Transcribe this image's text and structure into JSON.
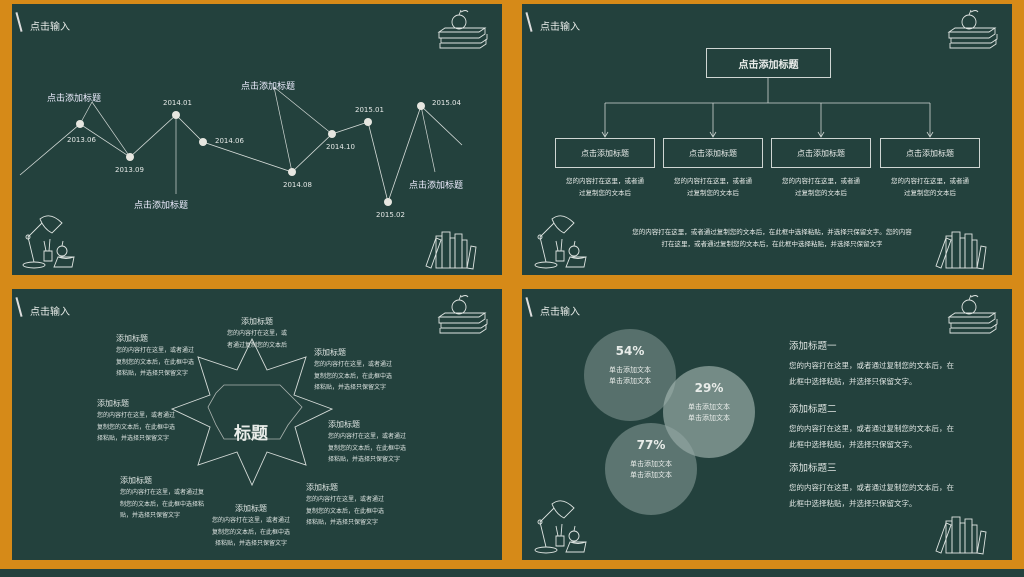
{
  "header": "点击输入",
  "slide1": {
    "points": [
      {
        "label": "2013.06"
      },
      {
        "label": "2013.09"
      },
      {
        "label": "2014.01"
      },
      {
        "label": "2014.06"
      },
      {
        "label": "2014.08"
      },
      {
        "label": "2014.10"
      },
      {
        "label": "2015.01"
      },
      {
        "label": "2015.02"
      },
      {
        "label": "2015.04"
      }
    ],
    "titles": [
      "点击添加标题",
      "点击添加标题",
      "点击添加标题",
      "点击添加标题"
    ]
  },
  "slide2": {
    "title": "点击添加标题",
    "boxes": [
      {
        "label": "点击添加标题",
        "text1": "您的内容打在这里，或者通",
        "text2": "过复制您的文本后"
      },
      {
        "label": "点击添加标题",
        "text1": "您的内容打在这里，或者通",
        "text2": "过复制您的文本后"
      },
      {
        "label": "点击添加标题",
        "text1": "您的内容打在这里，或者通",
        "text2": "过复制您的文本后"
      },
      {
        "label": "点击添加标题",
        "text1": "您的内容打在这里，或者通",
        "text2": "过复制您的文本后"
      }
    ],
    "footer1": "您的内容打在这里，或者通过复制您的文本后，在此框中选择粘贴，并选择只保留文字。您的内容",
    "footer2": "打在这里，或者通过复制您的文本后，在此框中选择粘贴，并选择只保留文字"
  },
  "slide3": {
    "center": "标题",
    "items": [
      {
        "title": "添加标题",
        "lines": [
          "您的内容打在这里，或",
          "者通过复制您的文本后"
        ]
      },
      {
        "title": "添加标题",
        "lines": [
          "您的内容打在这里，或者通过",
          "复制您的文本后，在此框中选",
          "择粘贴，并选择只保留文字"
        ]
      },
      {
        "title": "添加标题",
        "lines": [
          "您的内容打在这里，或者通过",
          "复制您的文本后，在此框中选",
          "择粘贴，并选择只保留文字"
        ]
      },
      {
        "title": "添加标题",
        "lines": [
          "您的内容打在这里，或者通过",
          "复制您的文本后，在此框中选",
          "择粘贴，并选择只保留文字"
        ]
      },
      {
        "title": "添加标题",
        "lines": [
          "您的内容打在这里，或者通过",
          "复制您的文本后，在此框中选",
          "择粘贴，并选择只保留文字"
        ]
      },
      {
        "title": "添加标题",
        "lines": [
          "您的内容打在这里，或者通过",
          "复制您的文本后，在此框中选",
          "择粘贴，并选择只保留文字"
        ]
      },
      {
        "title": "添加标题",
        "lines": [
          "您的内容打在这里，或者通过复",
          "制您的文本后，在此框中选择粘",
          "贴，并选择只保留文字"
        ]
      },
      {
        "title": "添加标题",
        "lines": [
          "您的内容打在这里，或者通过",
          "复制您的文本后，在此框中选",
          "择粘贴，并选择只保留文字"
        ]
      }
    ]
  },
  "slide4": {
    "circles": [
      {
        "percent": "54%",
        "line1": "单击添加文本",
        "line2": "单击添加文本"
      },
      {
        "percent": "29%",
        "line1": "单击添加文本",
        "line2": "单击添加文本"
      },
      {
        "percent": "77%",
        "line1": "单击添加文本",
        "line2": "单击添加文本"
      }
    ],
    "sections": [
      {
        "title": "添加标题一",
        "line1": "您的内容打在这里，或者通过复制您的文本后，在",
        "line2": "此框中选择粘贴，并选择只保留文字。"
      },
      {
        "title": "添加标题二",
        "line1": "您的内容打在这里，或者通过复制您的文本后，在",
        "line2": "此框中选择粘贴，并选择只保留文字。"
      },
      {
        "title": "添加标题三",
        "line1": "您的内容打在这里，或者通过复制您的文本后，在",
        "line2": "此框中选择粘贴，并选择只保留文字。"
      }
    ]
  }
}
